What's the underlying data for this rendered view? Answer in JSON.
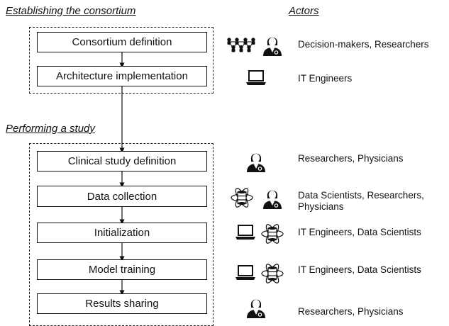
{
  "sections": {
    "consortium_title": "Establishing the consortium",
    "study_title": "Performing a study",
    "actors_title": "Actors"
  },
  "consortium_steps": [
    {
      "label": "Consortium definition",
      "actors": "Decision-makers, Researchers",
      "icons": [
        "people-network-icon",
        "researcher-icon"
      ]
    },
    {
      "label": "Architecture implementation",
      "actors": "IT Engineers",
      "icons": [
        "laptop-icon"
      ]
    }
  ],
  "study_steps": [
    {
      "label": "Clinical study definition",
      "actors": "Researchers, Physicians",
      "icons": [
        "researcher-icon"
      ]
    },
    {
      "label": "Data collection",
      "actors": "Data Scientists, Researchers, Physicians",
      "icons": [
        "data-atom-icon",
        "researcher-icon"
      ]
    },
    {
      "label": "Initialization",
      "actors": "IT Engineers, Data Scientists",
      "icons": [
        "laptop-icon",
        "data-atom-icon"
      ]
    },
    {
      "label": "Model training",
      "actors": "IT Engineers, Data Scientists",
      "icons": [
        "laptop-icon",
        "data-atom-icon"
      ]
    },
    {
      "label": "Results sharing",
      "actors": "Researchers, Physicians",
      "icons": [
        "researcher-icon"
      ]
    }
  ],
  "colors": {
    "line": "#111111",
    "box_border": "#111111",
    "icon": "#111111"
  }
}
